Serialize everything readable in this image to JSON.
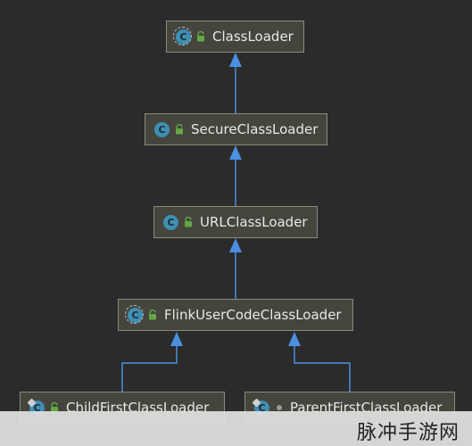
{
  "nodes": [
    {
      "id": "classloader",
      "label": "ClassLoader",
      "kind": "abstract"
    },
    {
      "id": "secureclassloader",
      "label": "SecureClassLoader",
      "kind": "class"
    },
    {
      "id": "urlclassloader",
      "label": "URLClassLoader",
      "kind": "class"
    },
    {
      "id": "flinkusercodeclassloader",
      "label": "FlinkUserCodeClassLoader",
      "kind": "abstract"
    },
    {
      "id": "childfirstclassloader",
      "label": "ChildFirstClassLoader",
      "kind": "final"
    },
    {
      "id": "parentfirstclassloader",
      "label": "ParentFirstClassLoader",
      "kind": "final"
    }
  ],
  "icon_glyph": "C",
  "icons": {
    "class": "class-icon",
    "visibility": "public-lock-icon",
    "package_private": "package-private-dot-icon"
  },
  "colors": {
    "background": "#2b2b2b",
    "node_fill": "#45453d",
    "node_border": "#8a8a7e",
    "edge": "#4b8fe0",
    "class_icon": "#3f8fb2",
    "lock": "#62a845"
  },
  "watermark": {
    "text": "脉冲手游网"
  }
}
